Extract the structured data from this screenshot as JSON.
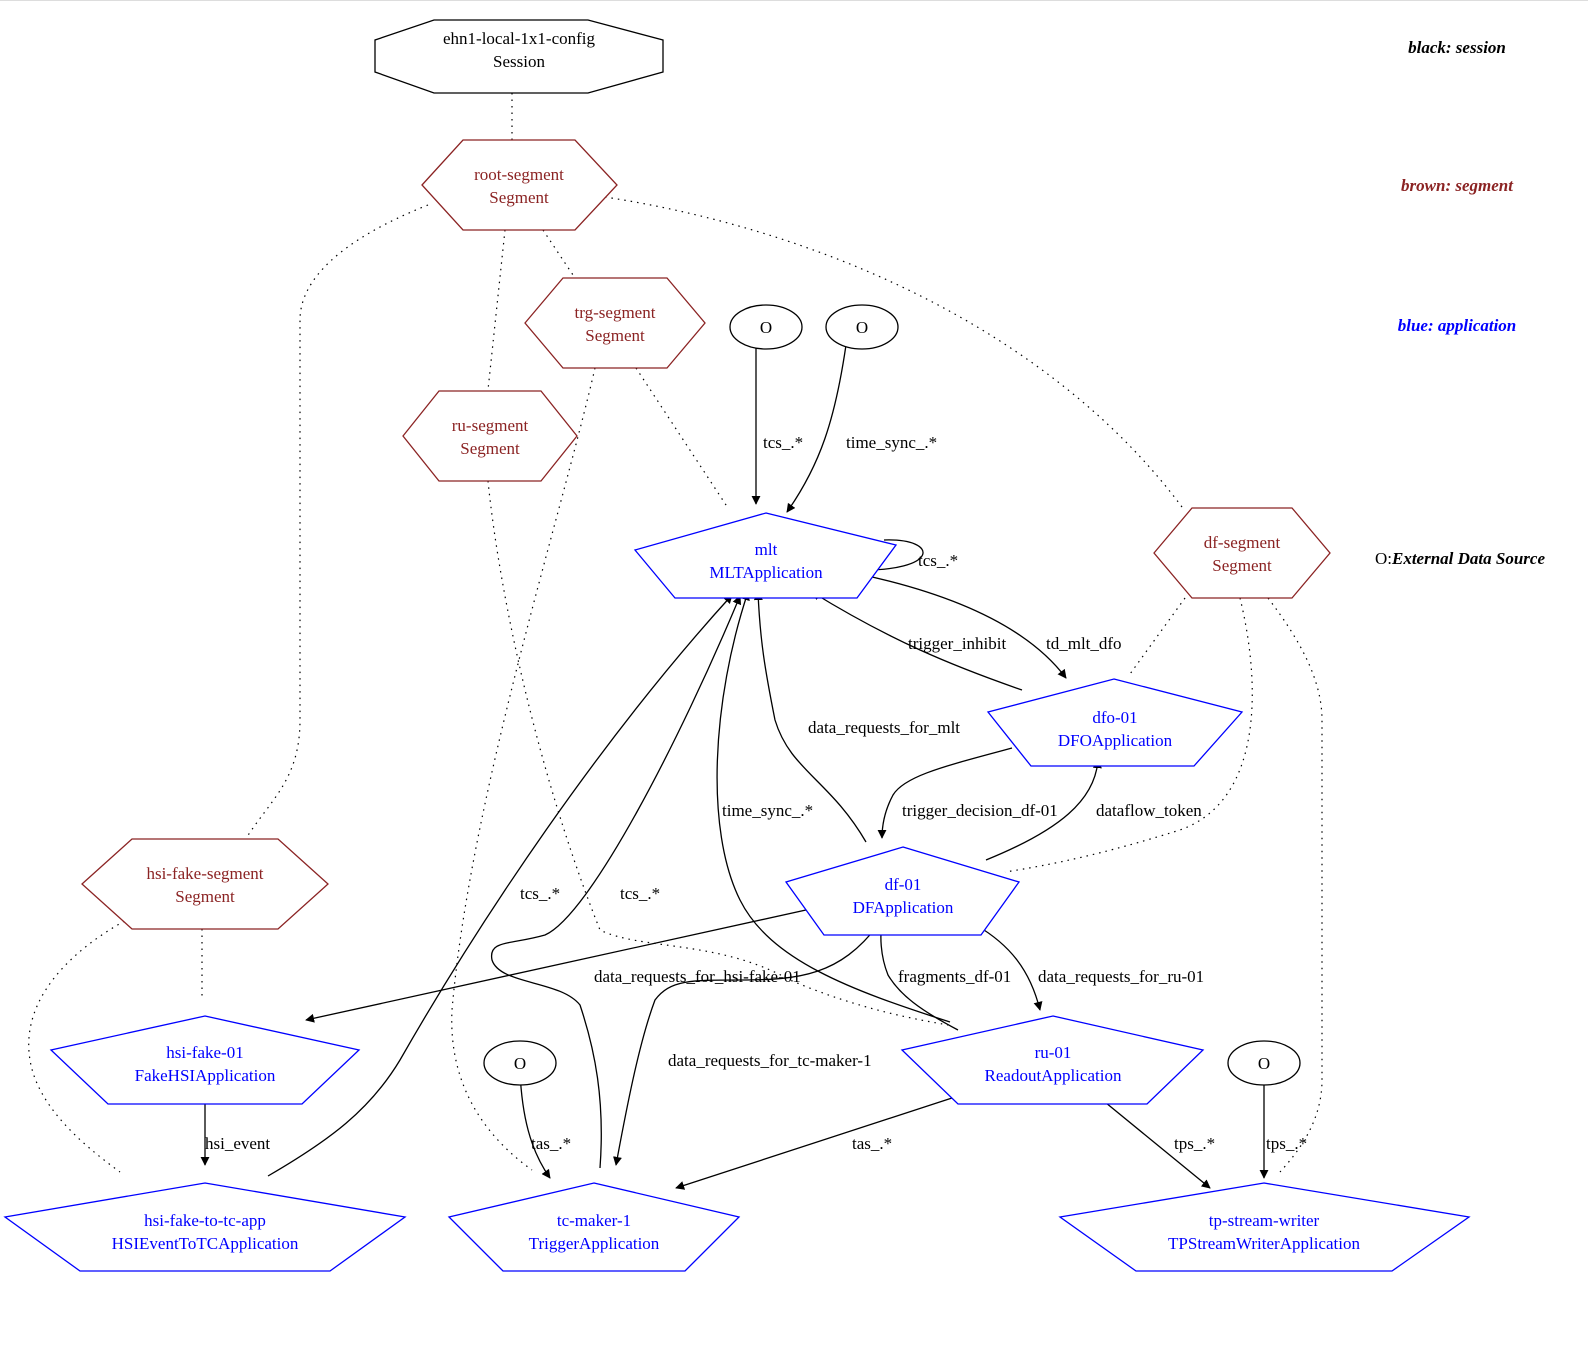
{
  "colors": {
    "session": "#000000",
    "segment": "#8b2323",
    "application": "#0000ff",
    "edge": "#000000"
  },
  "legend": {
    "session": "black: session",
    "segment": "brown: segment",
    "application": "blue: application",
    "external_prefix": "O:",
    "external": "External Data Source"
  },
  "nodes": {
    "session": {
      "name": "ehn1-local-1x1-config",
      "type": "Session"
    },
    "root_segment": {
      "name": "root-segment",
      "type": "Segment"
    },
    "trg_segment": {
      "name": "trg-segment",
      "type": "Segment"
    },
    "ru_segment": {
      "name": "ru-segment",
      "type": "Segment"
    },
    "df_segment": {
      "name": "df-segment",
      "type": "Segment"
    },
    "hsi_fake_segment": {
      "name": "hsi-fake-segment",
      "type": "Segment"
    },
    "mlt": {
      "name": "mlt",
      "type": "MLTApplication"
    },
    "dfo": {
      "name": "dfo-01",
      "type": "DFOApplication"
    },
    "df": {
      "name": "df-01",
      "type": "DFApplication"
    },
    "ru": {
      "name": "ru-01",
      "type": "ReadoutApplication"
    },
    "hsi_fake": {
      "name": "hsi-fake-01",
      "type": "FakeHSIApplication"
    },
    "hsi_to_tc": {
      "name": "hsi-fake-to-tc-app",
      "type": "HSIEventToTCApplication"
    },
    "tc_maker": {
      "name": "tc-maker-1",
      "type": "TriggerApplication"
    },
    "tp_writer": {
      "name": "tp-stream-writer",
      "type": "TPStreamWriterApplication"
    },
    "ext1": {
      "label": "O"
    },
    "ext2": {
      "label": "O"
    },
    "ext3": {
      "label": "O"
    },
    "ext4": {
      "label": "O"
    }
  },
  "edges": {
    "ext1_mlt": "tcs_.*",
    "ext2_mlt": "time_sync_.*",
    "mlt_self": "tcs_.*",
    "dfo_mlt": "trigger_inhibit",
    "mlt_dfo": "td_mlt_dfo",
    "df_mlt": "data_requests_for_mlt",
    "dfo_df": "trigger_decision_df-01",
    "df_dfo": "dataflow_token",
    "ru_mlt": "time_sync_.*",
    "hsi_to_tc_mlt": "tcs_.*",
    "tc_maker_mlt": "tcs_.*",
    "df_hsi_fake": "data_requests_for_hsi-fake-01",
    "ru_df": "fragments_df-01",
    "df_ru": "data_requests_for_ru-01",
    "df_tc_maker": "data_requests_for_tc-maker-1",
    "hsi_fake_hsi_to_tc": "hsi_event",
    "ext3_tc_maker": "tas_.*",
    "ru_tc_maker": "tas_.*",
    "ru_tp_writer": "tps_.*",
    "ext4_tp_writer": "tps_.*"
  }
}
